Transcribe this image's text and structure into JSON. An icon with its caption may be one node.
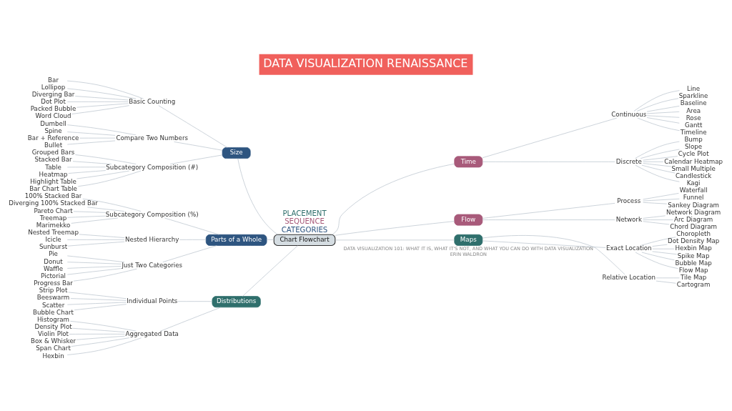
{
  "diagram": {
    "title": "DATA VISUALIZATION RENAISSANCE",
    "nodes": [
      {
        "text": [
          "Chart Flowchart"
        ]
      },
      {
        "text": [
          "Size"
        ]
      },
      {
        "text": [
          "Basic Counting"
        ]
      },
      {
        "text": [
          "Bar"
        ]
      },
      {
        "text": [
          "Lollipop"
        ]
      },
      {
        "text": [
          "Diverging Bar"
        ]
      },
      {
        "text": [
          "Dot Plot"
        ]
      },
      {
        "text": [
          "Packed Bubble"
        ]
      },
      {
        "text": [
          "Word Cloud"
        ]
      },
      {
        "text": [
          "Compare Two Numbers"
        ]
      },
      {
        "text": [
          "Dumbell"
        ]
      },
      {
        "text": [
          "Spine"
        ]
      },
      {
        "text": [
          "Bar + Reference"
        ]
      },
      {
        "text": [
          "Bullet"
        ]
      },
      {
        "text": [
          "Subcategory Composition (#)"
        ]
      },
      {
        "text": [
          "Grouped Bars"
        ]
      },
      {
        "text": [
          "Stacked Bar"
        ]
      },
      {
        "text": [
          "Table"
        ]
      },
      {
        "text": [
          "Heatmap"
        ]
      },
      {
        "text": [
          "Highlight Table"
        ]
      },
      {
        "text": [
          "Bar Chart Table"
        ]
      },
      {
        "text": [
          "Parts of a Whole"
        ]
      },
      {
        "text": [
          "Subcategory Composition (%)"
        ]
      },
      {
        "text": [
          "100% Stacked Bar"
        ]
      },
      {
        "text": [
          "Diverging 100% Stacked Bar"
        ]
      },
      {
        "text": [
          "Pareto Chart"
        ]
      },
      {
        "text": [
          "Treemap"
        ]
      },
      {
        "text": [
          "Marimekko"
        ]
      },
      {
        "text": [
          "Nested Hierarchy"
        ]
      },
      {
        "text": [
          "Nested Treemap"
        ]
      },
      {
        "text": [
          "Icicle"
        ]
      },
      {
        "text": [
          "Sunburst"
        ]
      },
      {
        "text": [
          "Just Two Categories"
        ]
      },
      {
        "text": [
          "Pie"
        ]
      },
      {
        "text": [
          "Donut"
        ]
      },
      {
        "text": [
          "Waffle"
        ]
      },
      {
        "text": [
          "Pictorial"
        ]
      },
      {
        "text": [
          "Progress Bar"
        ]
      },
      {
        "text": [
          "Distributions"
        ]
      },
      {
        "text": [
          "Individual Points"
        ]
      },
      {
        "text": [
          "Strip Plot"
        ]
      },
      {
        "text": [
          "Beeswarm"
        ]
      },
      {
        "text": [
          "Scatter"
        ]
      },
      {
        "text": [
          "Bubble Chart"
        ]
      },
      {
        "text": [
          "Aggregated Data"
        ]
      },
      {
        "text": [
          "Histogram"
        ]
      },
      {
        "text": [
          "Density Plot"
        ]
      },
      {
        "text": [
          "Violin Plot"
        ]
      },
      {
        "text": [
          "Box & Whisker"
        ]
      },
      {
        "text": [
          "Span Chart"
        ]
      },
      {
        "text": [
          "Hexbin"
        ]
      },
      {
        "text": [
          "Time"
        ]
      },
      {
        "text": [
          "Continuous"
        ]
      },
      {
        "text": [
          "Line"
        ]
      },
      {
        "text": [
          "Sparkline"
        ]
      },
      {
        "text": [
          "Baseline"
        ]
      },
      {
        "text": [
          "Area"
        ]
      },
      {
        "text": [
          "Rose"
        ]
      },
      {
        "text": [
          "Gantt"
        ]
      },
      {
        "text": [
          "Timeline"
        ]
      },
      {
        "text": [
          "Discrete"
        ]
      },
      {
        "text": [
          "Bump"
        ]
      },
      {
        "text": [
          "Slope"
        ]
      },
      {
        "text": [
          "Cycle Plot"
        ]
      },
      {
        "text": [
          "Calendar Heatmap"
        ]
      },
      {
        "text": [
          "Small Multiple"
        ]
      },
      {
        "text": [
          "Candlestick"
        ]
      },
      {
        "text": [
          "Kagi"
        ]
      },
      {
        "text": [
          "Flow"
        ]
      },
      {
        "text": [
          "Process"
        ]
      },
      {
        "text": [
          "Waterfall"
        ]
      },
      {
        "text": [
          "Funnel"
        ]
      },
      {
        "text": [
          "Sankey Diagram"
        ]
      },
      {
        "text": [
          "Network"
        ]
      },
      {
        "text": [
          "Network Diagram"
        ]
      },
      {
        "text": [
          "Arc Diagram"
        ]
      },
      {
        "text": [
          "Chord Diagram"
        ]
      },
      {
        "text": [
          "Maps"
        ]
      },
      {
        "text": [
          "Exact Location"
        ]
      },
      {
        "text": [
          "Choropleth"
        ]
      },
      {
        "text": [
          "Dot Density Map"
        ]
      },
      {
        "text": [
          "Hexbin Map"
        ]
      },
      {
        "text": [
          "Spike Map"
        ]
      },
      {
        "text": [
          "Bubble Map"
        ]
      },
      {
        "text": [
          "Flow Map"
        ]
      },
      {
        "text": [
          "Relative Location"
        ]
      },
      {
        "text": [
          "Tile Map"
        ]
      },
      {
        "text": [
          "Cartogram"
        ]
      }
    ],
    "edges": [
      {
        "from": 0,
        "to": 1,
        "arrow": "none"
      },
      {
        "from": 1,
        "to": 2,
        "arrow": "none"
      },
      {
        "from": 2,
        "to": 3,
        "arrow": "none"
      },
      {
        "from": 2,
        "to": 4,
        "arrow": "none"
      },
      {
        "from": 2,
        "to": 5,
        "arrow": "none"
      },
      {
        "from": 2,
        "to": 6,
        "arrow": "none"
      },
      {
        "from": 2,
        "to": 7,
        "arrow": "none"
      },
      {
        "from": 2,
        "to": 8,
        "arrow": "none"
      },
      {
        "from": 1,
        "to": 9,
        "arrow": "none"
      },
      {
        "from": 9,
        "to": 10,
        "arrow": "none"
      },
      {
        "from": 9,
        "to": 11,
        "arrow": "none"
      },
      {
        "from": 9,
        "to": 12,
        "arrow": "none"
      },
      {
        "from": 9,
        "to": 13,
        "arrow": "none"
      },
      {
        "from": 1,
        "to": 14,
        "arrow": "none"
      },
      {
        "from": 14,
        "to": 15,
        "arrow": "none"
      },
      {
        "from": 14,
        "to": 16,
        "arrow": "none"
      },
      {
        "from": 14,
        "to": 17,
        "arrow": "none"
      },
      {
        "from": 14,
        "to": 18,
        "arrow": "none"
      },
      {
        "from": 14,
        "to": 19,
        "arrow": "none"
      },
      {
        "from": 14,
        "to": 20,
        "arrow": "none"
      },
      {
        "from": 0,
        "to": 21,
        "arrow": "none"
      },
      {
        "from": 21,
        "to": 22,
        "arrow": "none"
      },
      {
        "from": 22,
        "to": 23,
        "arrow": "none"
      },
      {
        "from": 22,
        "to": 24,
        "arrow": "none"
      },
      {
        "from": 22,
        "to": 25,
        "arrow": "none"
      },
      {
        "from": 22,
        "to": 26,
        "arrow": "none"
      },
      {
        "from": 22,
        "to": 27,
        "arrow": "none"
      },
      {
        "from": 21,
        "to": 28,
        "arrow": "none"
      },
      {
        "from": 28,
        "to": 29,
        "arrow": "none"
      },
      {
        "from": 28,
        "to": 30,
        "arrow": "none"
      },
      {
        "from": 28,
        "to": 31,
        "arrow": "none"
      },
      {
        "from": 21,
        "to": 32,
        "arrow": "none"
      },
      {
        "from": 32,
        "to": 33,
        "arrow": "none"
      },
      {
        "from": 32,
        "to": 34,
        "arrow": "none"
      },
      {
        "from": 32,
        "to": 35,
        "arrow": "none"
      },
      {
        "from": 32,
        "to": 36,
        "arrow": "none"
      },
      {
        "from": 32,
        "to": 37,
        "arrow": "none"
      },
      {
        "from": 0,
        "to": 38,
        "arrow": "none"
      },
      {
        "from": 38,
        "to": 39,
        "arrow": "none"
      },
      {
        "from": 39,
        "to": 40,
        "arrow": "none"
      },
      {
        "from": 39,
        "to": 41,
        "arrow": "none"
      },
      {
        "from": 39,
        "to": 42,
        "arrow": "none"
      },
      {
        "from": 39,
        "to": 43,
        "arrow": "none"
      },
      {
        "from": 38,
        "to": 44,
        "arrow": "none"
      },
      {
        "from": 44,
        "to": 45,
        "arrow": "none"
      },
      {
        "from": 44,
        "to": 46,
        "arrow": "none"
      },
      {
        "from": 44,
        "to": 47,
        "arrow": "none"
      },
      {
        "from": 44,
        "to": 48,
        "arrow": "none"
      },
      {
        "from": 44,
        "to": 49,
        "arrow": "none"
      },
      {
        "from": 44,
        "to": 50,
        "arrow": "none"
      },
      {
        "from": 0,
        "to": 51,
        "arrow": "none"
      },
      {
        "from": 51,
        "to": 52,
        "arrow": "none"
      },
      {
        "from": 52,
        "to": 53,
        "arrow": "none"
      },
      {
        "from": 52,
        "to": 54,
        "arrow": "none"
      },
      {
        "from": 52,
        "to": 55,
        "arrow": "none"
      },
      {
        "from": 52,
        "to": 56,
        "arrow": "none"
      },
      {
        "from": 52,
        "to": 57,
        "arrow": "none"
      },
      {
        "from": 52,
        "to": 58,
        "arrow": "none"
      },
      {
        "from": 52,
        "to": 59,
        "arrow": "none"
      },
      {
        "from": 51,
        "to": 60,
        "arrow": "none"
      },
      {
        "from": 60,
        "to": 61,
        "arrow": "none"
      },
      {
        "from": 60,
        "to": 62,
        "arrow": "none"
      },
      {
        "from": 60,
        "to": 63,
        "arrow": "none"
      },
      {
        "from": 60,
        "to": 64,
        "arrow": "none"
      },
      {
        "from": 60,
        "to": 65,
        "arrow": "none"
      },
      {
        "from": 60,
        "to": 66,
        "arrow": "none"
      },
      {
        "from": 60,
        "to": 67,
        "arrow": "none"
      },
      {
        "from": 0,
        "to": 68,
        "arrow": "none"
      },
      {
        "from": 68,
        "to": 69,
        "arrow": "none"
      },
      {
        "from": 69,
        "to": 70,
        "arrow": "none"
      },
      {
        "from": 69,
        "to": 71,
        "arrow": "none"
      },
      {
        "from": 69,
        "to": 72,
        "arrow": "none"
      },
      {
        "from": 68,
        "to": 73,
        "arrow": "none"
      },
      {
        "from": 73,
        "to": 74,
        "arrow": "none"
      },
      {
        "from": 73,
        "to": 75,
        "arrow": "none"
      },
      {
        "from": 73,
        "to": 76,
        "arrow": "none"
      },
      {
        "from": 0,
        "to": 77,
        "arrow": "none"
      },
      {
        "from": 77,
        "to": 78,
        "arrow": "none"
      },
      {
        "from": 78,
        "to": 79,
        "arrow": "none"
      },
      {
        "from": 78,
        "to": 80,
        "arrow": "none"
      },
      {
        "from": 78,
        "to": 81,
        "arrow": "none"
      },
      {
        "from": 78,
        "to": 82,
        "arrow": "none"
      },
      {
        "from": 78,
        "to": 83,
        "arrow": "none"
      },
      {
        "from": 78,
        "to": 84,
        "arrow": "none"
      },
      {
        "from": 77,
        "to": 85,
        "arrow": "none"
      },
      {
        "from": 85,
        "to": 86,
        "arrow": "none"
      },
      {
        "from": 85,
        "to": 87,
        "arrow": "none"
      }
    ],
    "labels": [
      "CATEGORIES",
      "SEQUENCE",
      "PLACEMENT",
      "DATA VISUALIZATION 101: WHAT IT IS, WHAT IT'S NOT, AND WHAT YOU CAN DO WITH DATA VISUALIZATION",
      "ERIN WALDRON"
    ]
  }
}
